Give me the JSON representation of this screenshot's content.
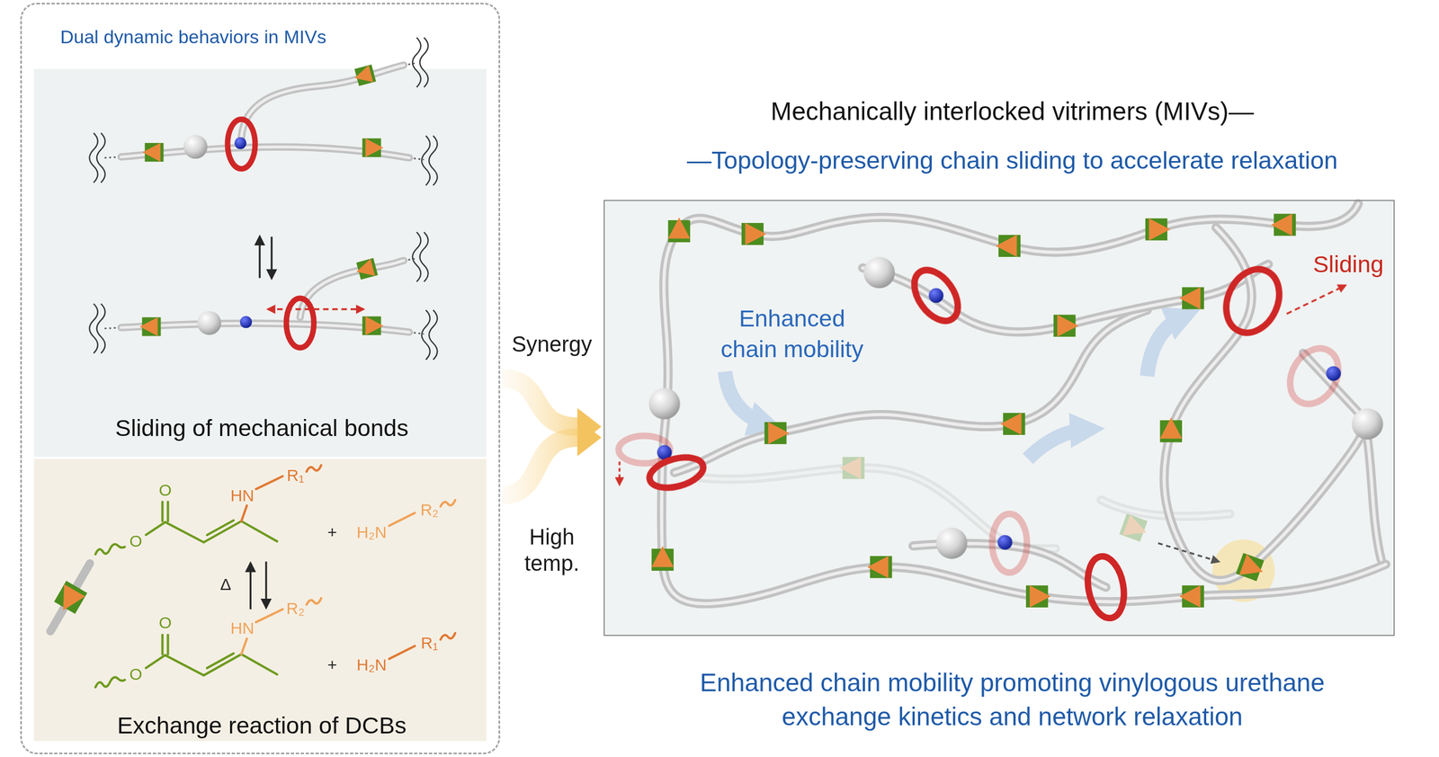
{
  "diagram": {
    "title": "Mechanically interlocked vitrimers (MIVs)—",
    "caption": "Enhanced chain mobility promoting vinylogous urethane exchange kinetics and network relaxation",
    "nodes": [
      {
        "text": [
          "Dual dynamic behaviors in MIVs"
        ]
      },
      {
        "text": [
          "Sliding of mechanical bonds"
        ],
        "in": 0
      },
      {
        "text": [
          "Exchange reaction of DCBs"
        ],
        "in": 0
      },
      {
        "text": [
          "Enhanced chain mobility",
          "Sliding"
        ]
      }
    ],
    "edges": [
      {
        "from": 0,
        "to": 3,
        "arrow": "to",
        "label": "Synergy"
      },
      {
        "from": 0,
        "to": 3,
        "arrow": "to",
        "label": "High temp."
      }
    ],
    "labels": [
      "—Topology-preserving chain sliding to accelerate relaxation",
      "O",
      "O",
      "HN",
      "R₁",
      "+",
      "H₂N",
      "R₂",
      "Δ",
      "O",
      "O",
      "HN",
      "R₂",
      "+",
      "H₂N",
      "R₁"
    ]
  }
}
